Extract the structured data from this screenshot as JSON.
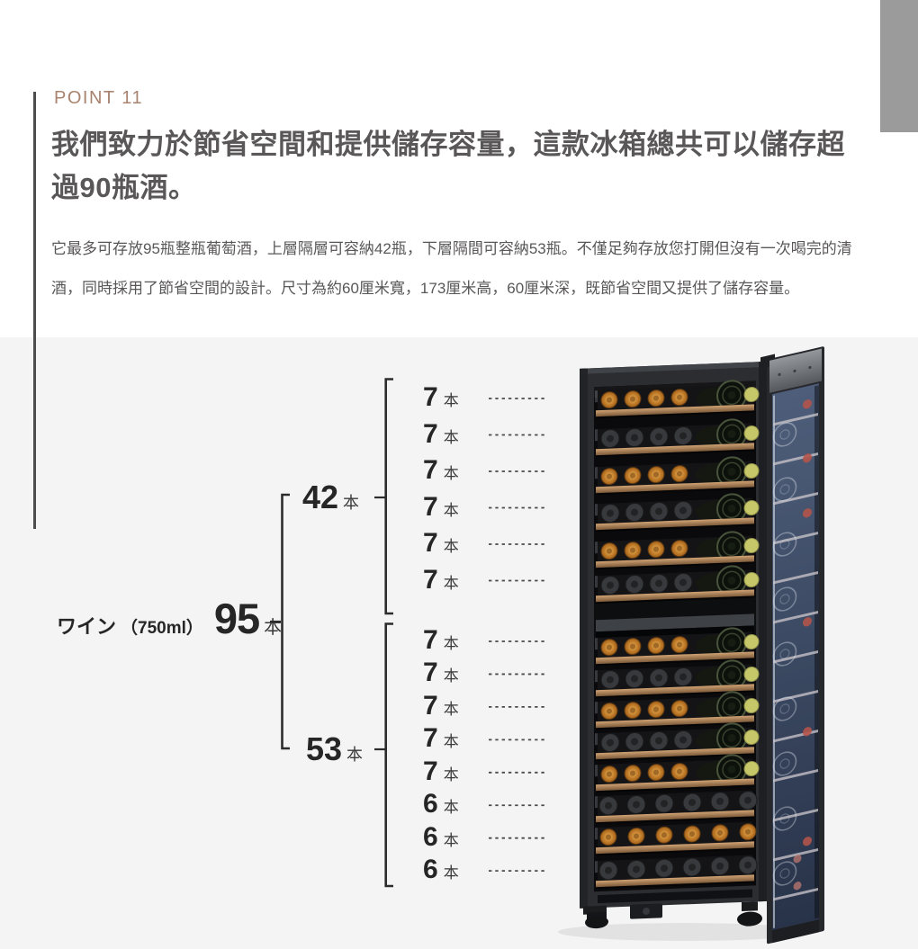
{
  "page": {
    "section_bg_top": "#ffffff",
    "section_bg_bottom": "#f4f4f5",
    "accent_color": "#a8836f",
    "text_color": "#595757",
    "diagram_ink": "#2c2c2d",
    "scrollbar_color": "#9b9b9b"
  },
  "point_label": "POINT 11",
  "heading": "我們致力於節省空間和提供儲存容量，這款冰箱總共可以儲存超過90瓶酒。",
  "body": "它最多可存放95瓶整瓶葡萄酒，上層隔層可容納42瓶，下層隔間可容納53瓶。不僅足夠存放您打開但沒有一次喝完的清酒，同時採用了節省空間的設計。尺寸為約60厘米寬，173厘米高，60厘米深，既節省空間又提供了儲存容量。",
  "capacity_diagram": {
    "item_name": "ワイン",
    "item_size": "（750ml）",
    "total": {
      "value": "95",
      "unit": "本"
    },
    "groups": [
      {
        "value": "42",
        "unit": "本",
        "rows": [
          {
            "value": "7",
            "unit": "本"
          },
          {
            "value": "7",
            "unit": "本"
          },
          {
            "value": "7",
            "unit": "本"
          },
          {
            "value": "7",
            "unit": "本"
          },
          {
            "value": "7",
            "unit": "本"
          },
          {
            "value": "7",
            "unit": "本"
          }
        ]
      },
      {
        "value": "53",
        "unit": "本",
        "rows": [
          {
            "value": "7",
            "unit": "本"
          },
          {
            "value": "7",
            "unit": "本"
          },
          {
            "value": "7",
            "unit": "本"
          },
          {
            "value": "7",
            "unit": "本"
          },
          {
            "value": "7",
            "unit": "本"
          },
          {
            "value": "6",
            "unit": "本"
          },
          {
            "value": "6",
            "unit": "本"
          },
          {
            "value": "6",
            "unit": "本"
          }
        ]
      }
    ]
  }
}
